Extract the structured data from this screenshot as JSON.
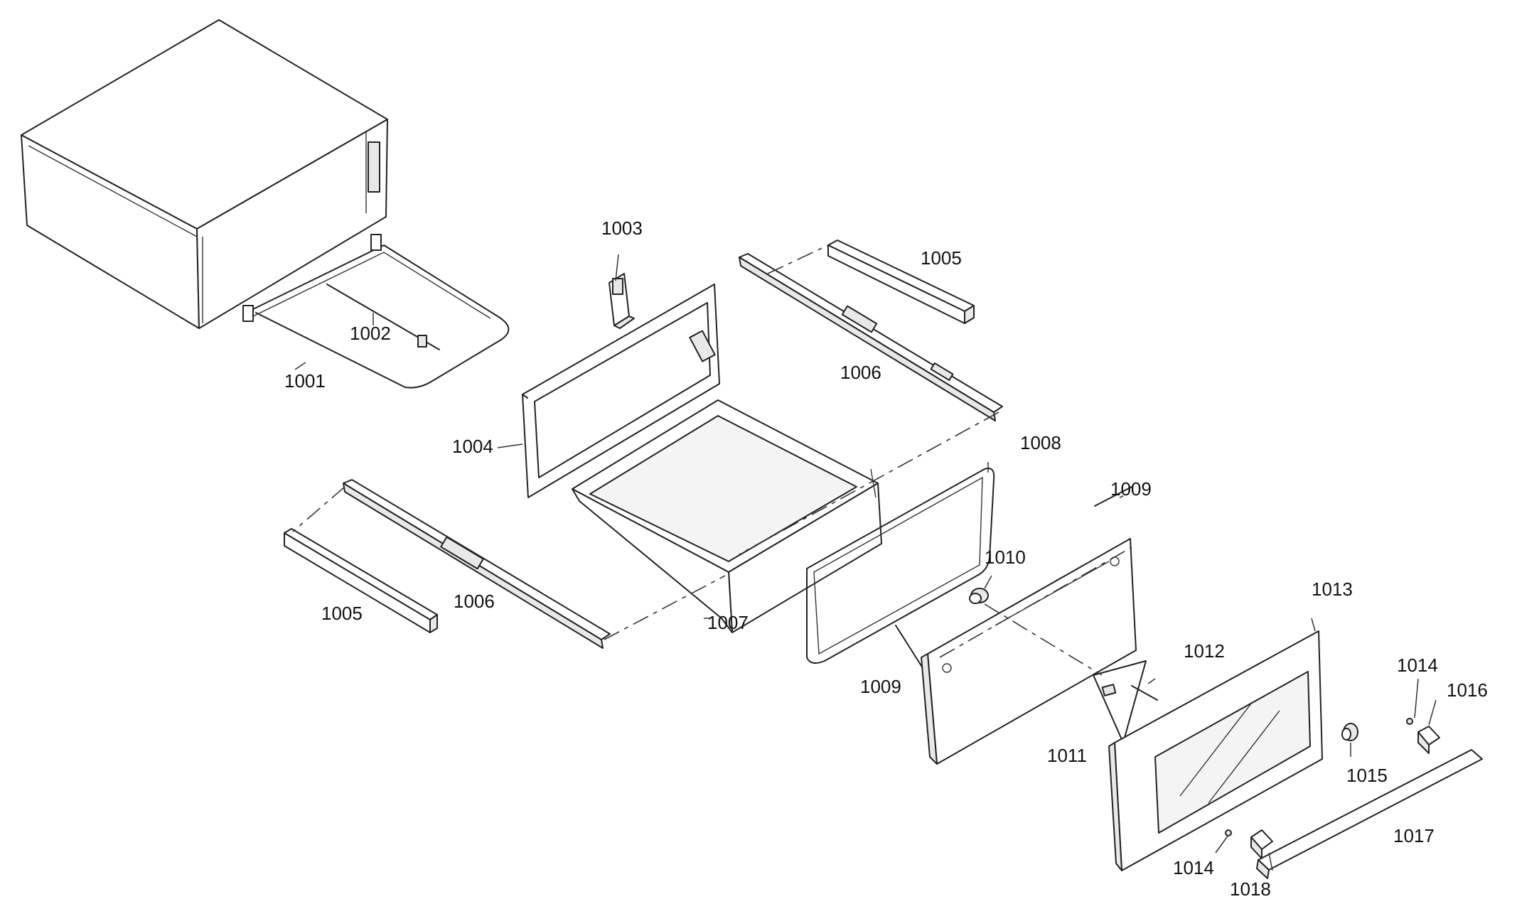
{
  "parts": [
    {
      "id": "p1001",
      "label": "1001"
    },
    {
      "id": "p1002",
      "label": "1002"
    },
    {
      "id": "p1003",
      "label": "1003"
    },
    {
      "id": "p1004",
      "label": "1004"
    },
    {
      "id": "p1005a",
      "label": "1005"
    },
    {
      "id": "p1005b",
      "label": "1005"
    },
    {
      "id": "p1006a",
      "label": "1006"
    },
    {
      "id": "p1006b",
      "label": "1006"
    },
    {
      "id": "p1007",
      "label": "1007"
    },
    {
      "id": "p1008",
      "label": "1008"
    },
    {
      "id": "p1009a",
      "label": "1009"
    },
    {
      "id": "p1009b",
      "label": "1009"
    },
    {
      "id": "p1010",
      "label": "1010"
    },
    {
      "id": "p1011",
      "label": "1011"
    },
    {
      "id": "p1012",
      "label": "1012"
    },
    {
      "id": "p1013",
      "label": "1013"
    },
    {
      "id": "p1014a",
      "label": "1014"
    },
    {
      "id": "p1014b",
      "label": "1014"
    },
    {
      "id": "p1015",
      "label": "1015"
    },
    {
      "id": "p1016",
      "label": "1016"
    },
    {
      "id": "p1017",
      "label": "1017"
    },
    {
      "id": "p1018",
      "label": "1018"
    }
  ]
}
